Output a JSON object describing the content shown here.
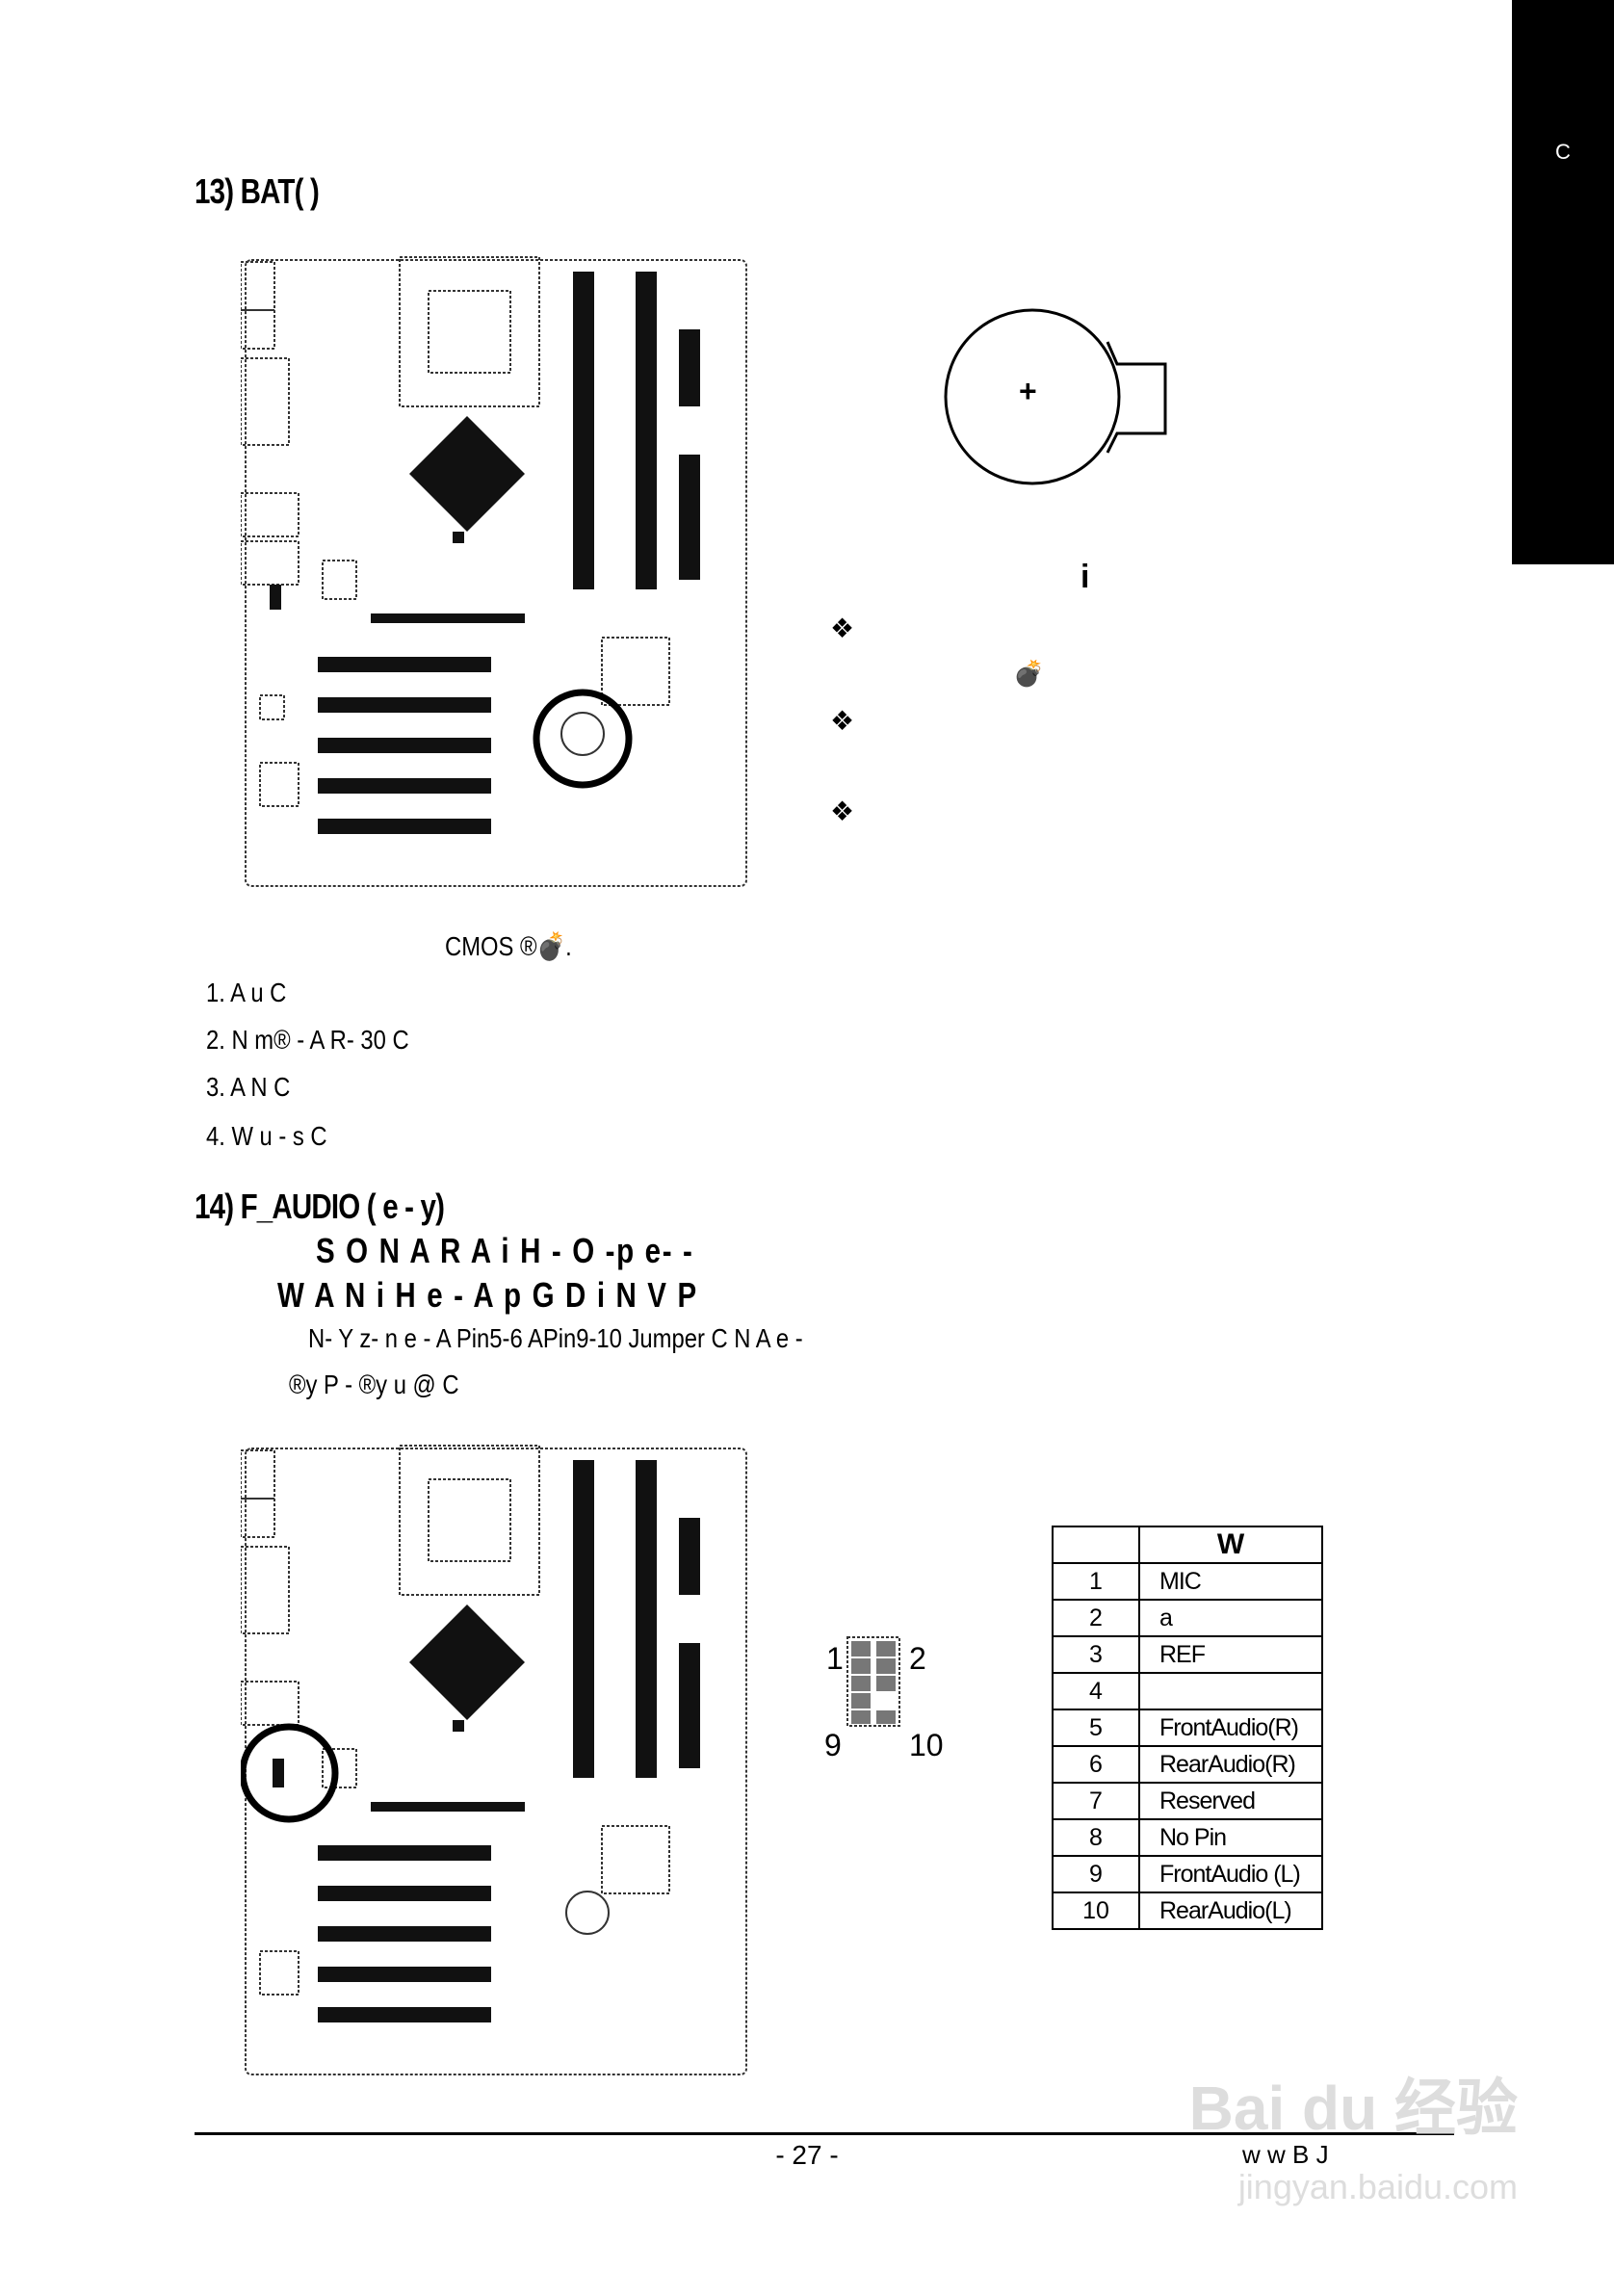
{
  "tab": {
    "text": "C"
  },
  "sec13": {
    "heading": "13) BAT(      )",
    "battery_plus": "+",
    "info_title": "i",
    "bullets": [
      "❖",
      "❖",
      "❖"
    ],
    "bomb_glyph": "💣",
    "cmos_line": "CMOS  ®💣.",
    "steps": [
      "1.              A            u C",
      "2. N              m® -   A R- 30    C",
      "3. A N              C",
      "4.   W       u  -  s       C"
    ]
  },
  "sec14": {
    "heading": "14) F_AUDIO ( e  -         y)",
    "line1": "S O   N A        R             A i H     -          O -p                    e- -",
    "line2": "W A      N i H      e -           A p G              D i    N    V    P",
    "line3": "N- Y  z- n          e  -                A             Pin5-6  APin9-10    Jumper  C          N  A  e   -",
    "line4": "®y P      -       ®y u        @        C",
    "pin_labels": {
      "tl": "1",
      "tr": "2",
      "bl": "9",
      "br": "10"
    },
    "table_header": [
      "",
      "W"
    ],
    "table_rows": [
      [
        "1",
        "MIC"
      ],
      [
        "2",
        "  a"
      ],
      [
        "3",
        "REF"
      ],
      [
        "4",
        ""
      ],
      [
        "5",
        "FrontAudio(R)"
      ],
      [
        "6",
        "RearAudio(R)"
      ],
      [
        "7",
        "Reserved"
      ],
      [
        "8",
        "No Pin"
      ],
      [
        "9",
        "FrontAudio (L)"
      ],
      [
        "10",
        "RearAudio(L)"
      ]
    ]
  },
  "footer": {
    "page_number": "- 27 -",
    "right_text": "w     w    B J"
  },
  "watermark": {
    "logo": "Bai du 经验",
    "url": "jingyan.baidu.com"
  }
}
